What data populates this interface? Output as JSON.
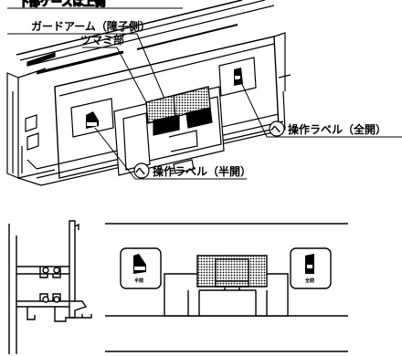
{
  "labels": {
    "top_cut": "下部ケースは上側",
    "guard_arm": "ガードアーム（障子側）",
    "knob": "ツマミ部",
    "full_open": "操作ラベル（全開）",
    "half_open": "操作ラベル（半開）",
    "circle_glyph": "へ"
  },
  "icons": {
    "half_label_caption": "半開",
    "full_label_caption": "全開"
  }
}
